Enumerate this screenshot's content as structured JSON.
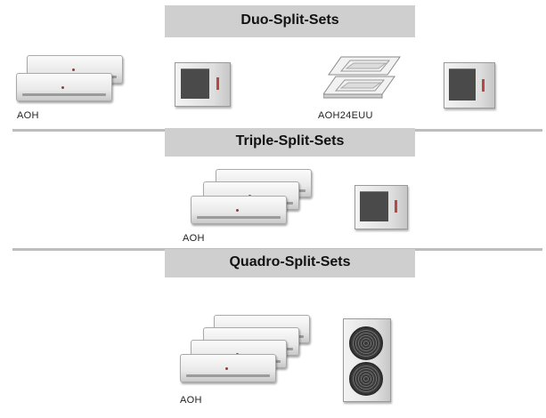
{
  "sections": [
    {
      "title": "Duo-Split-Sets",
      "captions": [
        "AOH",
        "AOH24EUU"
      ]
    },
    {
      "title": "Triple-Split-Sets",
      "captions": [
        "AOH"
      ]
    },
    {
      "title": "Quadro-Split-Sets",
      "captions": [
        "AOH"
      ]
    }
  ],
  "colors": {
    "banner_bg": "#cfcfcf",
    "divider": "#bdbdbd"
  }
}
